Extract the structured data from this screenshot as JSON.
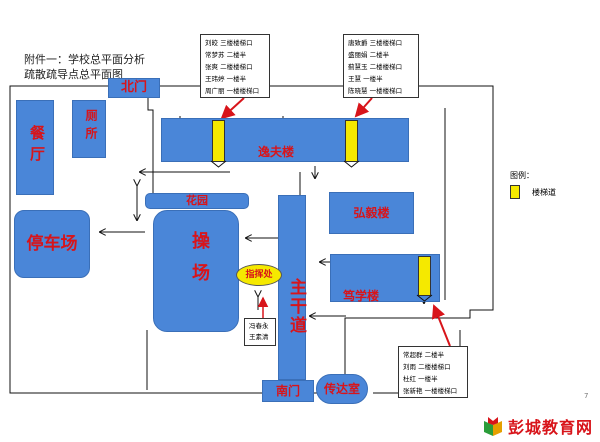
{
  "title": {
    "line1": "附件一：学校总平面分析",
    "line2": "疏散疏导点总平面图"
  },
  "buildings": {
    "north_gate": "北门",
    "canteen": "餐厅",
    "toilet": "厕所",
    "parking": "停车场",
    "yifu": "逸夫楼",
    "garden": "花园",
    "playground": "操场",
    "hongyi": "弘毅楼",
    "duxue": "笃学楼",
    "main_road": "主干道",
    "command": "指挥处",
    "south_gate": "南门",
    "guard": "传达室"
  },
  "legend": {
    "title": "图例：",
    "stair_label": "楼梯道"
  },
  "notes": {
    "yifu_left": [
      "刘皎  三楼楼梯口",
      "常梦苏  二楼半",
      "张爽  二楼楼梯口",
      "王玮婷  一楼半",
      "周广丽  一楼楼梯口"
    ],
    "yifu_right": [
      "唐致爵  三楼楼梯口",
      "盛丽娟  二楼半",
      "蓟慧玉  二楼楼梯口",
      "王慧  一楼半",
      "陈晓慧  一楼楼梯口"
    ],
    "command": [
      "冯春永",
      "王素清"
    ],
    "duxue": [
      "常超群  二楼半",
      "刘雨  二楼楼梯口",
      "杜红  一楼半",
      "张新艳  一楼楼梯口"
    ]
  },
  "page_number": "7",
  "watermark": "彭城教育网",
  "colors": {
    "building": "#4a86d8",
    "stair": "#f5e900",
    "label_red": "#d8141a",
    "command_bg": "#f5e900"
  }
}
